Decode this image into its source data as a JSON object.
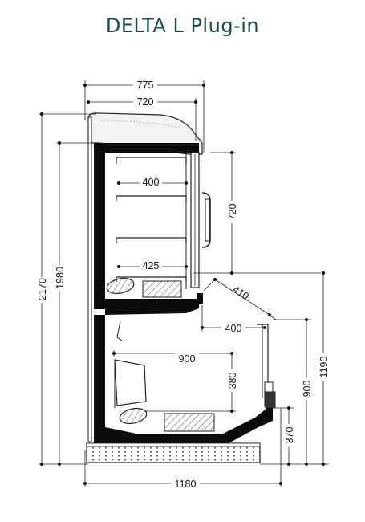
{
  "title": "DELTA L Plug-in",
  "dimensions": {
    "top_overall_width": "775",
    "top_inner_width": "720",
    "upper_shelf_depth": "400",
    "lower_shelf_depth": "425",
    "door_height": "720",
    "canopy_diagonal": "410",
    "opening_depth": "400",
    "well_depth": "900",
    "well_height": "380",
    "total_height": "2170",
    "interior_height": "1980",
    "front_height": "1190",
    "front_lower_height": "900",
    "base_height": "370",
    "total_depth": "1180"
  }
}
